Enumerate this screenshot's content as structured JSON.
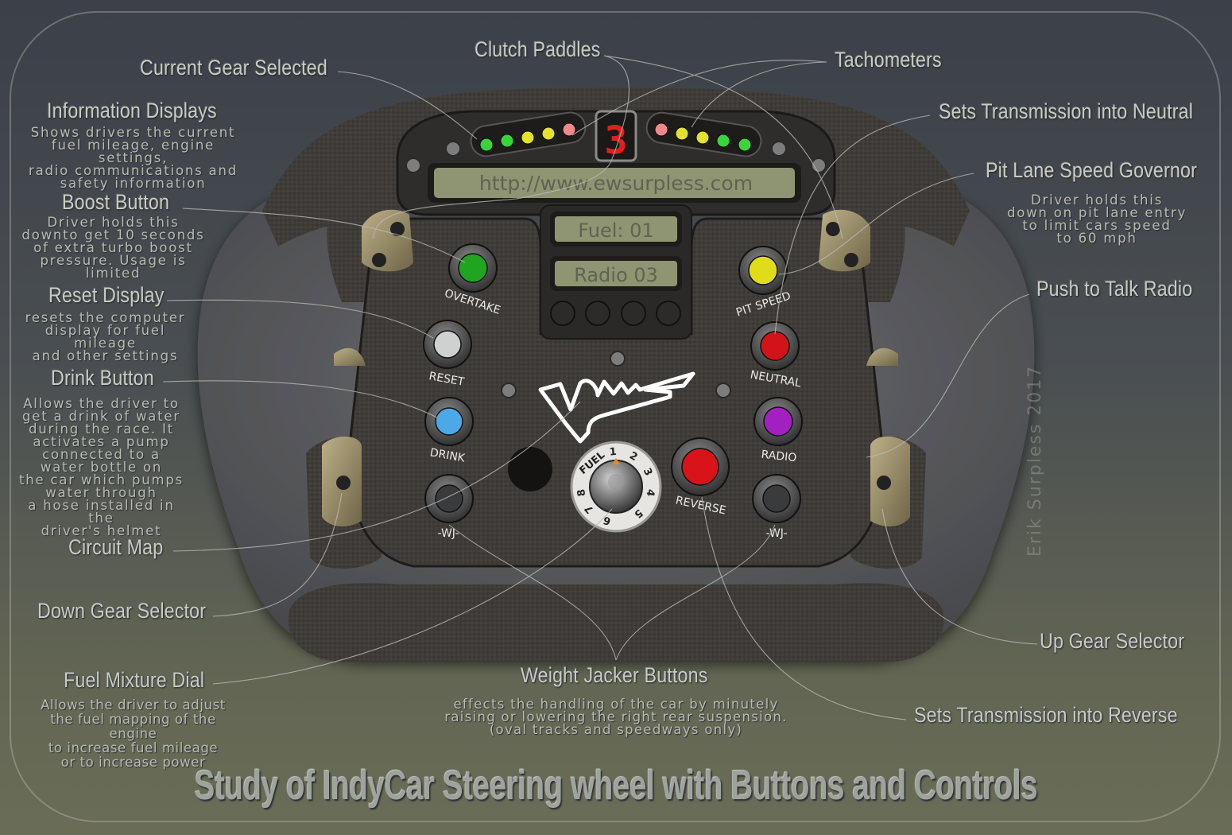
{
  "title": "Study of IndyCar Steering wheel with Buttons and Controls",
  "signature": "Erik Surpless 2017",
  "display": {
    "gear": "3",
    "url": "http://www.ewsurpless.com",
    "fuel": "Fuel: 01",
    "radio": "Radio 03"
  },
  "buttons": {
    "overtake": "OVERTAKE",
    "pit_speed": "PIT SPEED",
    "reset": "RESET",
    "neutral": "NEUTRAL",
    "drink": "DRINK",
    "radio": "RADIO",
    "wj_left": "-WJ-",
    "wj_right": "-WJ-",
    "reverse": "REVERSE",
    "fuel_dial": "FUEL",
    "dial_numbers": [
      "1",
      "2",
      "3",
      "4",
      "5",
      "6",
      "7",
      "8"
    ]
  },
  "callouts": {
    "current_gear": "Current Gear Selected",
    "clutch": "Clutch Paddles",
    "tachometers": "Tachometers",
    "info_displays": {
      "title": "Information Displays",
      "text": "Shows drivers the current\nfuel mileage, engine settings,\nradio communications and\nsafety information"
    },
    "neutral": "Sets Transmission into Neutral",
    "boost": {
      "title": "Boost Button",
      "text": "Driver holds this\ndownto get 10 seconds\nof extra turbo boost\npressure. Usage is limited"
    },
    "pit_lane": {
      "title": "Pit Lane Speed Governor",
      "text": "Driver holds this\ndown on pit lane entry\nto limit cars speed\nto 60 mph"
    },
    "reset": {
      "title": "Reset Display",
      "text": "resets the computer\ndisplay for fuel mileage\nand other settings"
    },
    "push_to_talk": "Push to Talk Radio",
    "drink": {
      "title": "Drink Button",
      "text": "Allows the driver to\nget a drink of water\nduring the race. It\nactivates a pump\nconnected to a\nwater bottle on\nthe car which pumps\nwater through\na hose installed in the\ndriver's helmet"
    },
    "circuit_map": "Circuit Map",
    "down_gear": "Down Gear Selector",
    "up_gear": "Up Gear Selector",
    "fuel_dial": {
      "title": "Fuel Mixture Dial",
      "text": "Allows the driver to adjust\nthe fuel mapping of the engine\nto increase fuel mileage\nor to increase power"
    },
    "weight_jacker": {
      "title": "Weight Jacker Buttons",
      "text": "effects the handling of the car by minutely\nraising or lowering the right rear suspension.\n(oval tracks and speedways only)"
    },
    "reverse": "Sets Transmission into Reverse"
  },
  "colors": {
    "overtake": "#1fa51f",
    "pit_speed": "#e0dc1a",
    "reset": "#cfd0d0",
    "neutral": "#d0141a",
    "drink": "#4aa9e6",
    "radio": "#a21fc0",
    "reverse": "#d8141a",
    "wj": "#3a3b3d",
    "gear_digit": "#e0201e",
    "lcd": "#8f9473",
    "lcd_text": "#5f6450"
  },
  "leds": {
    "left": [
      "#39d63a",
      "#39d63a",
      "#e3e22c",
      "#e3e22c",
      "#f08a8a"
    ],
    "right": [
      "#f08a8a",
      "#e3e22c",
      "#e3e22c",
      "#39d63a",
      "#39d63a"
    ]
  }
}
